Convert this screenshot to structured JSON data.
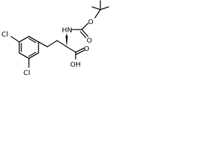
{
  "molecule": {
    "atom_labels": {
      "nh": "HN",
      "o_carbamate_ester": "O",
      "o_carbamate_carbonyl": "O",
      "o_acid_carbonyl": "O",
      "oh": "OH",
      "cl_top": "Cl",
      "cl_bottom": "Cl"
    }
  }
}
